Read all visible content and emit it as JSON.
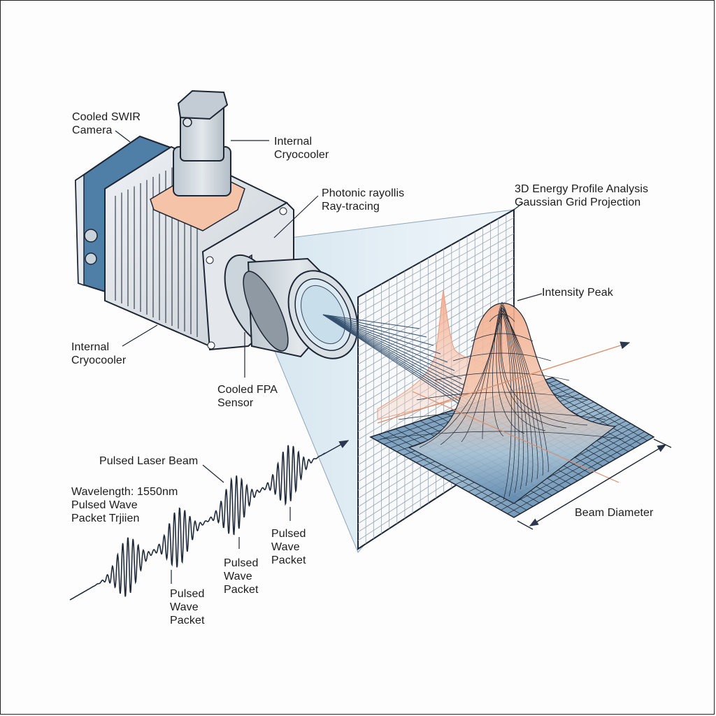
{
  "diagram": {
    "subject": "Cooled SWIR camera imaging a pulsed laser beam with 3D Gaussian energy profile",
    "colors": {
      "camera_blue": "#4f7ea6",
      "cryo_copper": "#f4c3a8",
      "metal_light": "#d6dde3",
      "ink": "#1f2a3a",
      "beam_peach": "#f2b495",
      "mesh_blue": "#3f6e98",
      "screen_glow": "#dbe9f3"
    },
    "labels": {
      "camera": "Cooled SWIR\nCamera",
      "cryocooler_top": "Internal\nCryocooler",
      "raytracing": "Photonic rayollis\nRay-tracing",
      "energy_profile": "3D Energy Profile Analysis\nGaussian Grid Projection",
      "intensity_peak": "Intensity Peak",
      "cryocooler_bottom": "Internal\nCryocooler",
      "fpa_sensor": "Cooled FPA\nSensor",
      "laser_beam": "Pulsed Laser Beam",
      "wavelength": "Wavelength: 1550nm\nPulsed Wave\nPacket Trjiien",
      "packet_1": "Pulsed\nWave\nPacket",
      "packet_2": "Pulsed\nWave\nPacket",
      "packet_3": "Pulsed\nWave\nPacket",
      "beam_diameter": "Beam Diameter"
    },
    "wave_packets": 4
  }
}
